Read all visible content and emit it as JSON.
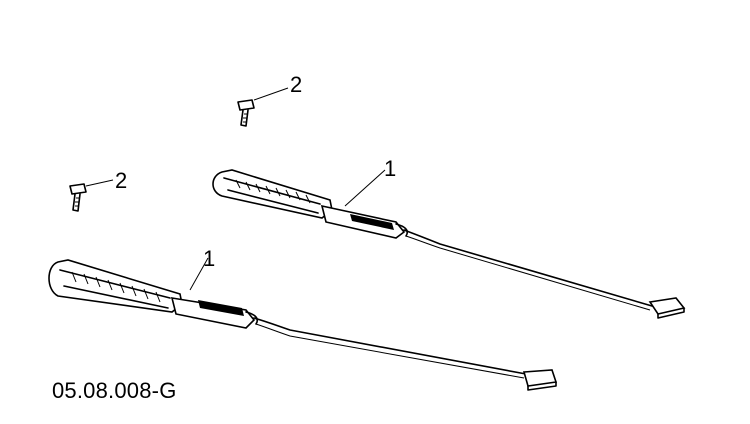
{
  "callouts": {
    "screw_upper": "2",
    "screw_lower": "2",
    "sensor_upper": "1",
    "sensor_lower": "1"
  },
  "caption": "05.08.008-G"
}
